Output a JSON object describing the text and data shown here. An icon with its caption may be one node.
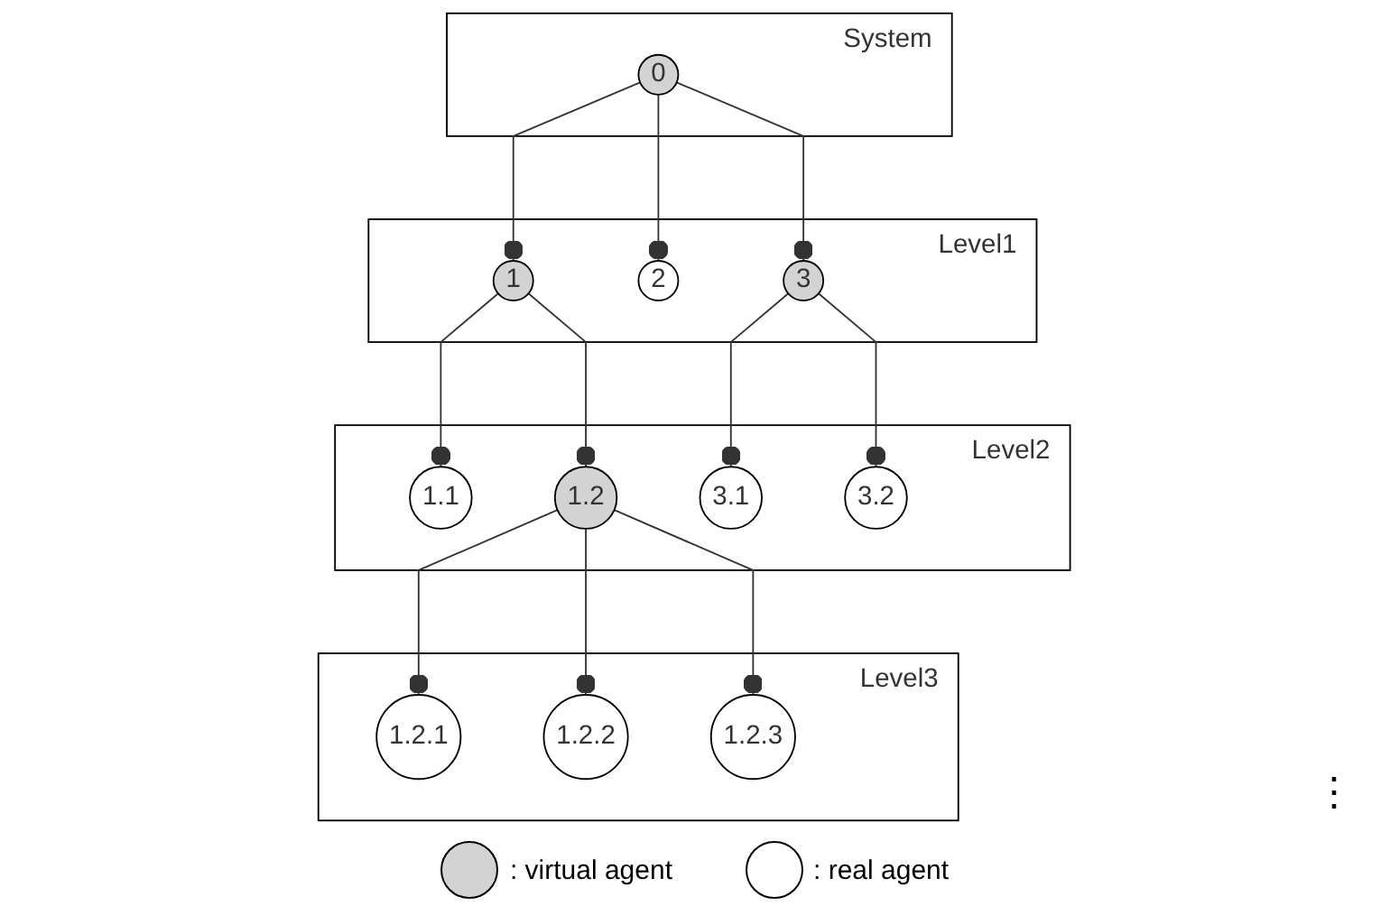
{
  "diagram": {
    "nodes": [
      {
        "text": [
          "System"
        ]
      },
      {
        "text": [
          "0"
        ],
        "in": 0
      },
      {
        "text": [
          "Level1"
        ]
      },
      {
        "text": [
          "1"
        ],
        "in": 2
      },
      {
        "text": [
          "2"
        ],
        "in": 2
      },
      {
        "text": [
          "3"
        ],
        "in": 2
      },
      {
        "text": [
          "Level2"
        ]
      },
      {
        "text": [
          "1.1"
        ],
        "in": 6
      },
      {
        "text": [
          "1.2"
        ],
        "in": 6
      },
      {
        "text": [
          "3.1"
        ],
        "in": 6
      },
      {
        "text": [
          "3.2"
        ],
        "in": 6
      },
      {
        "text": [
          "Level3"
        ]
      },
      {
        "text": [
          "1.2.1"
        ],
        "in": 11
      },
      {
        "text": [
          "1.2.2"
        ],
        "in": 11
      },
      {
        "text": [
          "1.2.3"
        ],
        "in": 11
      }
    ],
    "edges": [
      {
        "from": 1,
        "to": 3,
        "arrow": "other"
      },
      {
        "from": 1,
        "to": 4,
        "arrow": "other"
      },
      {
        "from": 1,
        "to": 5,
        "arrow": "other"
      },
      {
        "from": 3,
        "to": 7,
        "arrow": "other"
      },
      {
        "from": 3,
        "to": 8,
        "arrow": "other"
      },
      {
        "from": 5,
        "to": 9,
        "arrow": "other"
      },
      {
        "from": 5,
        "to": 10,
        "arrow": "other"
      },
      {
        "from": 8,
        "to": 12,
        "arrow": "other"
      },
      {
        "from": 8,
        "to": 13,
        "arrow": "other"
      },
      {
        "from": 8,
        "to": 14,
        "arrow": "other"
      }
    ],
    "labels": [
      "⋮"
    ],
    "legend": [
      {
        "text": ": virtual agent",
        "color": "#d3d3d3"
      },
      {
        "text": ": real agent",
        "color": "#ffffff"
      }
    ]
  }
}
